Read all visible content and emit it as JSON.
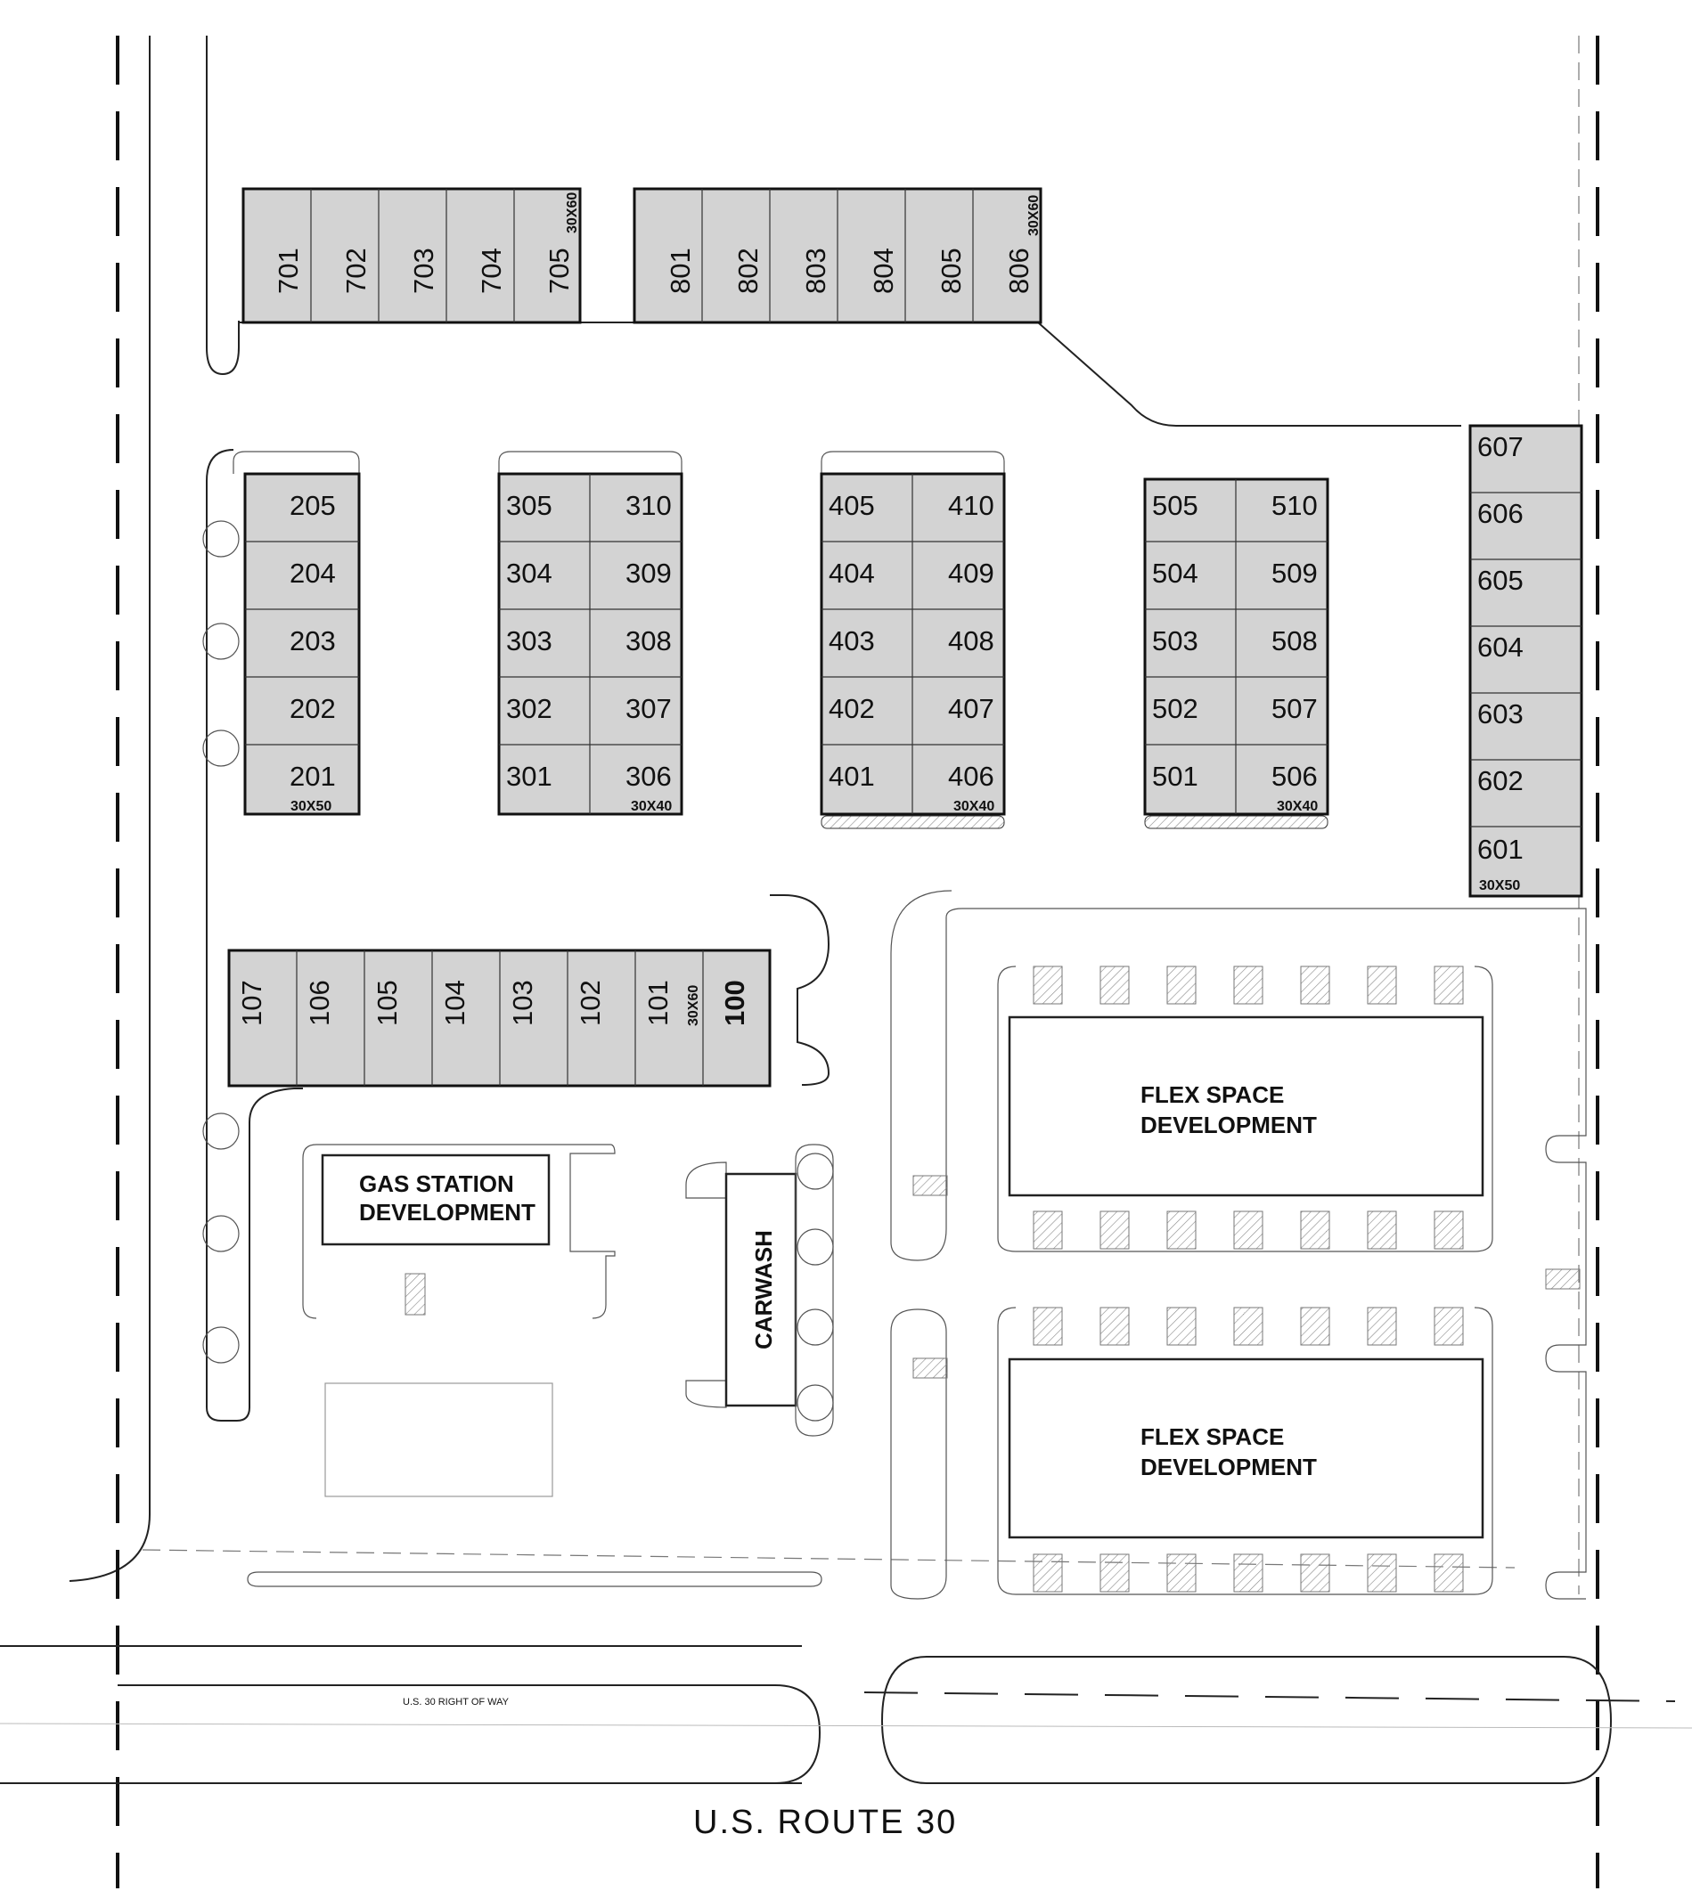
{
  "road": {
    "name": "U.S. ROUTE  30",
    "right_of_way": "U.S. 30 RIGHT OF WAY"
  },
  "buildings": [
    {
      "id": "b700",
      "units": [
        "701",
        "702",
        "703",
        "704",
        "705"
      ],
      "size": "30X60"
    },
    {
      "id": "b800",
      "units": [
        "801",
        "802",
        "803",
        "804",
        "805",
        "806"
      ],
      "size": "30X60"
    },
    {
      "id": "b200",
      "units": [
        "205",
        "204",
        "203",
        "202",
        "201"
      ],
      "size": "30X50"
    },
    {
      "id": "b300",
      "left": [
        "305",
        "304",
        "303",
        "302",
        "301"
      ],
      "right": [
        "310",
        "309",
        "308",
        "307",
        "306"
      ],
      "size": "30X40"
    },
    {
      "id": "b400",
      "left": [
        "405",
        "404",
        "403",
        "402",
        "401"
      ],
      "right": [
        "410",
        "409",
        "408",
        "407",
        "406"
      ],
      "size": "30X40"
    },
    {
      "id": "b500",
      "left": [
        "505",
        "504",
        "503",
        "502",
        "501"
      ],
      "right": [
        "510",
        "509",
        "508",
        "507",
        "506"
      ],
      "size": "30X40"
    },
    {
      "id": "b600",
      "units": [
        "607",
        "606",
        "605",
        "604",
        "603",
        "602",
        "601"
      ],
      "size": "30X50"
    },
    {
      "id": "b100",
      "units": [
        "107",
        "106",
        "105",
        "104",
        "103",
        "102",
        "101"
      ],
      "end_unit": "100",
      "size": "30X60"
    }
  ],
  "developments": {
    "gas_station": [
      "GAS STATION",
      "DEVELOPMENT"
    ],
    "carwash": "CARWASH",
    "flex_top": [
      "FLEX SPACE",
      "DEVELOPMENT"
    ],
    "flex_bottom": [
      "FLEX SPACE",
      "DEVELOPMENT"
    ]
  }
}
